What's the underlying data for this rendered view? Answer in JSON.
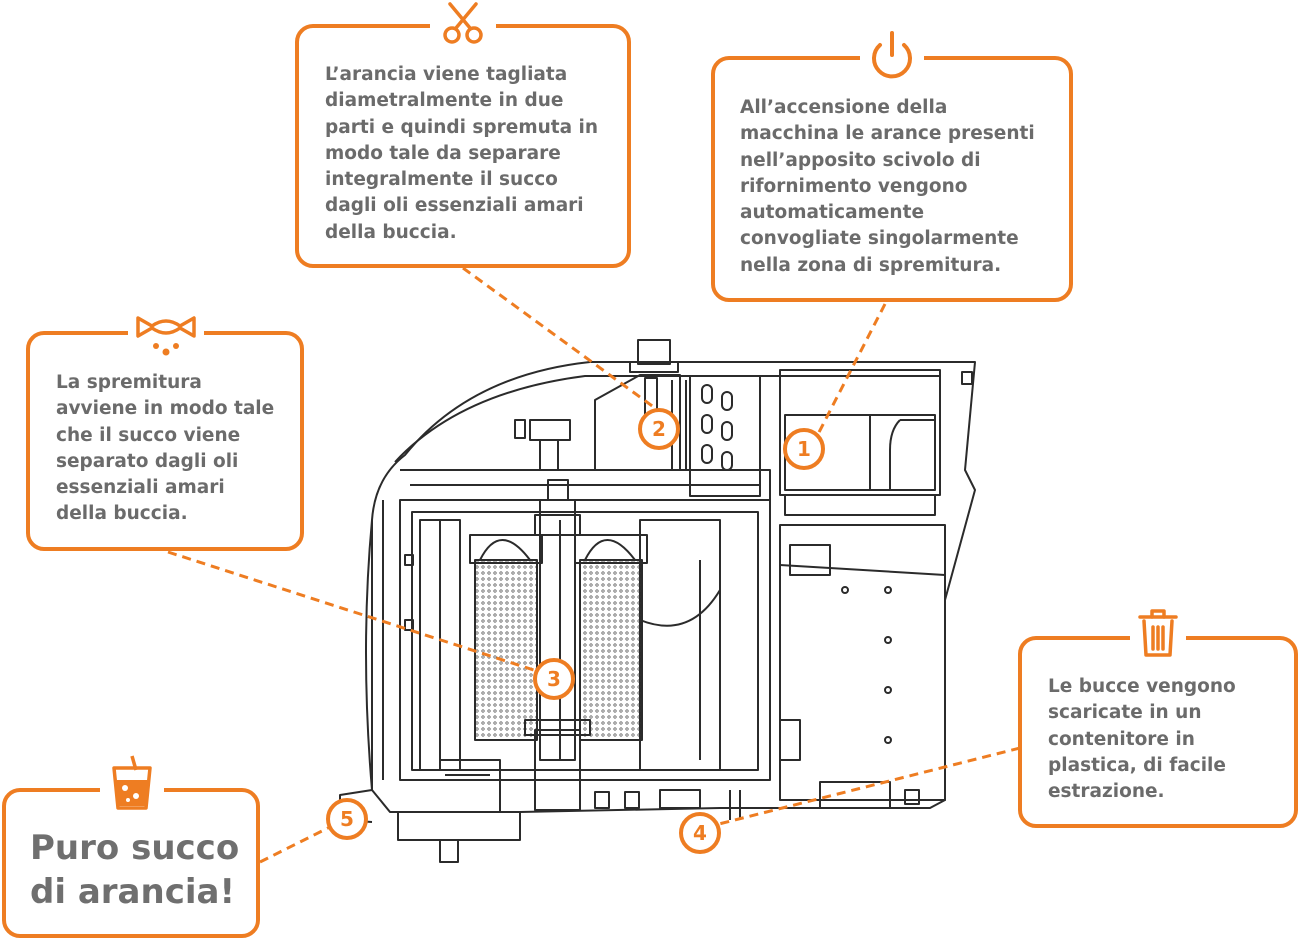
{
  "colors": {
    "accent": "#ee7d22",
    "text": "#6b6b6b",
    "line": "#2b2b2b"
  },
  "boxes": {
    "cut": {
      "icon": "scissors-icon",
      "text": "L’arancia viene tagliata\ndiametralmente in due\nparti e quindi spremuta in\nmodo tale da separare\nintegralmente il succo\ndagli oli essenziali amari\ndella buccia."
    },
    "power": {
      "icon": "power-icon",
      "text": "All’accensione della\nmacchina le arance presenti\nnell’apposito scivolo di\nrifornimento vengono\nautomaticamente\nconvogliate singolarmente\nnella zona di spremitura."
    },
    "squeeze": {
      "icon": "squeeze-drops-icon",
      "text": "La spremitura\navviene in modo tale\nche il succo viene\nseparato dagli oli\nessenziali amari\ndella buccia."
    },
    "peel": {
      "icon": "trash-bin-icon",
      "text": "Le bucce vengono\nscaricate in un\ncontenitore in\nplastica, di facile\nestrazione."
    },
    "juice": {
      "icon": "juice-glass-icon",
      "text": "Puro succo\ndi arancia!"
    }
  },
  "callouts": [
    "1",
    "2",
    "3",
    "4",
    "5"
  ]
}
